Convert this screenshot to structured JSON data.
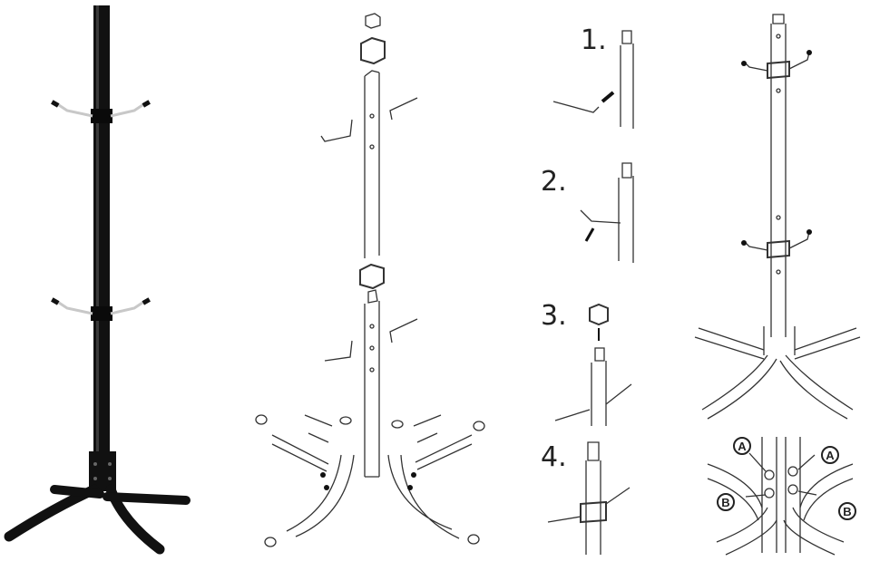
{
  "steps": [
    {
      "label": "1."
    },
    {
      "label": "2."
    },
    {
      "label": "3."
    },
    {
      "label": "4."
    }
  ],
  "callouts": [
    {
      "label": "A"
    },
    {
      "label": "A"
    },
    {
      "label": "B"
    },
    {
      "label": "B"
    }
  ],
  "colors": {
    "rack_body": "#111111",
    "hook_metal": "#c8c8c8",
    "line_art": "#333333",
    "background": "#ffffff"
  }
}
